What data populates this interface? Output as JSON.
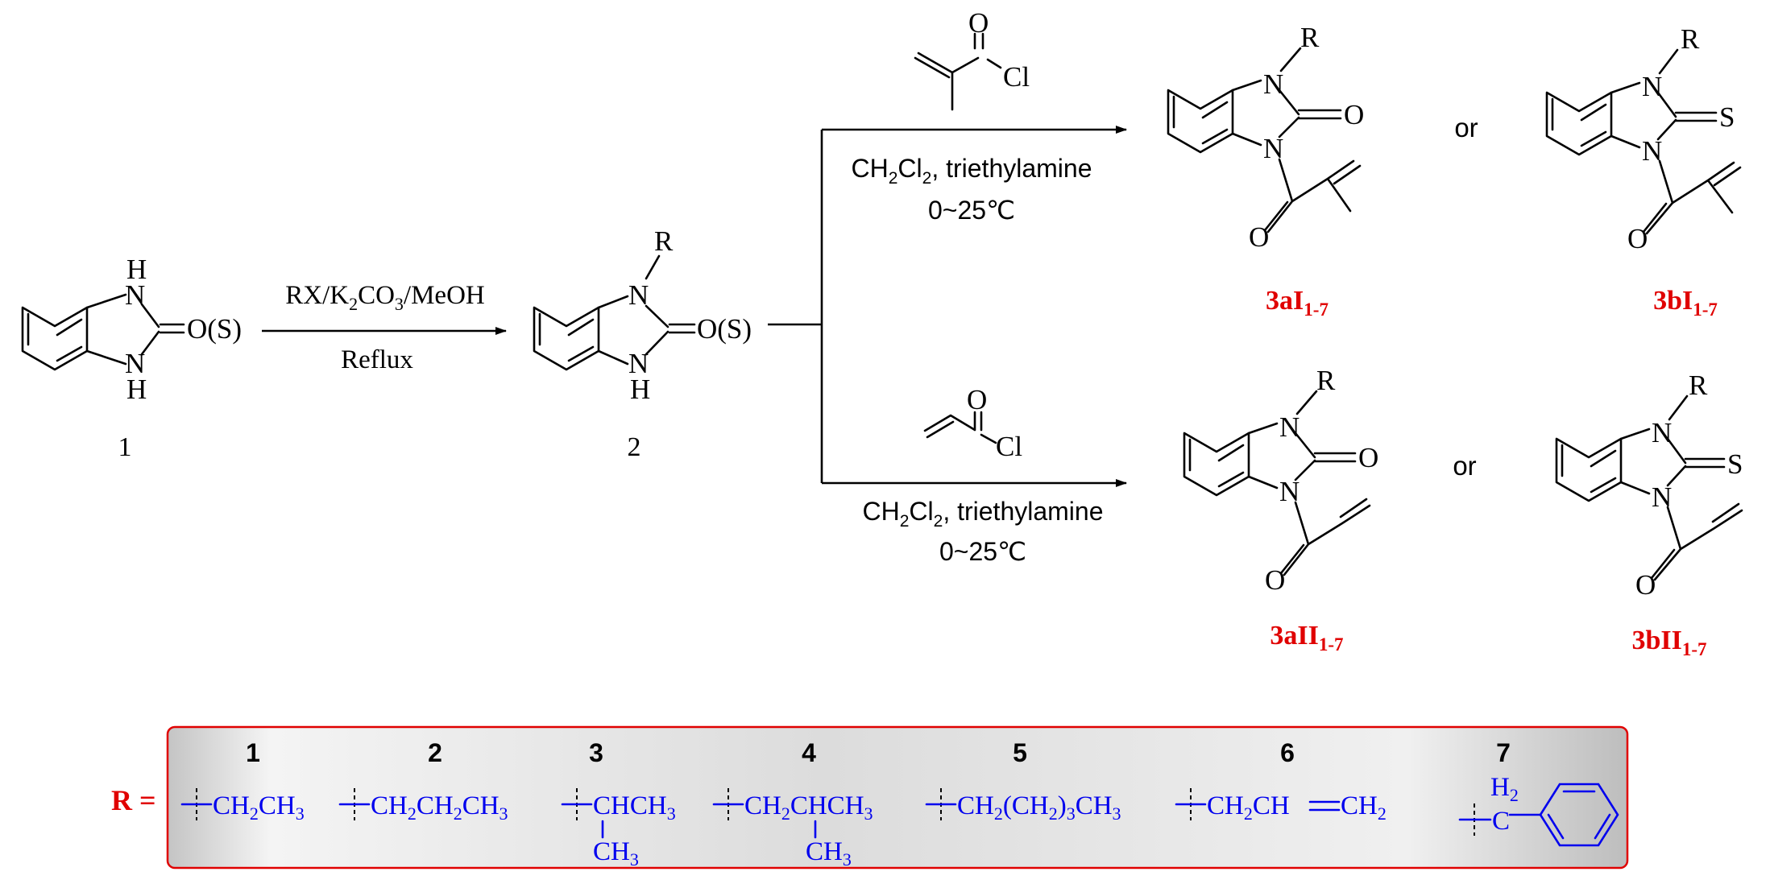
{
  "atoms": {
    "N": "N",
    "H": "H",
    "R": "R",
    "O": "O",
    "S": "S",
    "Cl": "Cl",
    "OS": "O(S)"
  },
  "compounds": {
    "c1": "1",
    "c2": "2",
    "p1": "3aI",
    "p1_sub": "1-7",
    "p2": "3bI",
    "p2_sub": "1-7",
    "p3": "3aII",
    "p3_sub": "1-7",
    "p4": "3bII",
    "p4_sub": "1-7"
  },
  "step1": {
    "reagent_pre": "RX/K",
    "reagent_sub1": "2",
    "reagent_mid": "CO",
    "reagent_sub2": "3",
    "reagent_post": "/MeOH",
    "condition": "Reflux"
  },
  "branch_top": {
    "solvent_a": "CH",
    "solvent_sub1": "2",
    "solvent_b": "Cl",
    "solvent_sub2": "2",
    "solvent_c": ", triethylamine",
    "temp": "0~25℃"
  },
  "branch_bottom": {
    "solvent_a": "CH",
    "solvent_sub1": "2",
    "solvent_b": "Cl",
    "solvent_sub2": "2",
    "solvent_c": ", triethylamine",
    "temp": "0~25℃"
  },
  "or_label": "or",
  "r_legend": {
    "label": "R =",
    "items": [
      {
        "num": "1",
        "a": "CH",
        "s1": "2",
        "b": "CH",
        "s2": "3"
      },
      {
        "num": "2",
        "a": "CH",
        "s1": "2",
        "b": "CH",
        "s2": "2",
        "c": "CH",
        "s3": "3"
      },
      {
        "num": "3",
        "a": "CHCH",
        "s1": "3",
        "br": "CH",
        "brs": "3"
      },
      {
        "num": "4",
        "a": "CH",
        "s1": "2",
        "b": "CHCH",
        "s2": "3",
        "br": "CH",
        "brs": "3"
      },
      {
        "num": "5",
        "a": "CH",
        "s1": "2",
        "b": "(CH",
        "s2": "2",
        "c": ")",
        "s3": "3",
        "d": "CH",
        "s4": "3"
      },
      {
        "num": "6",
        "a": "CH",
        "s1": "2",
        "b": "CH",
        "c": "CH",
        "s3": "2"
      },
      {
        "num": "7",
        "top": "H",
        "tops": "2",
        "a": "C"
      }
    ]
  },
  "colors": {
    "compound_label": "#e00000",
    "substituent": "#0000ee",
    "legend_border": "#e00000"
  }
}
